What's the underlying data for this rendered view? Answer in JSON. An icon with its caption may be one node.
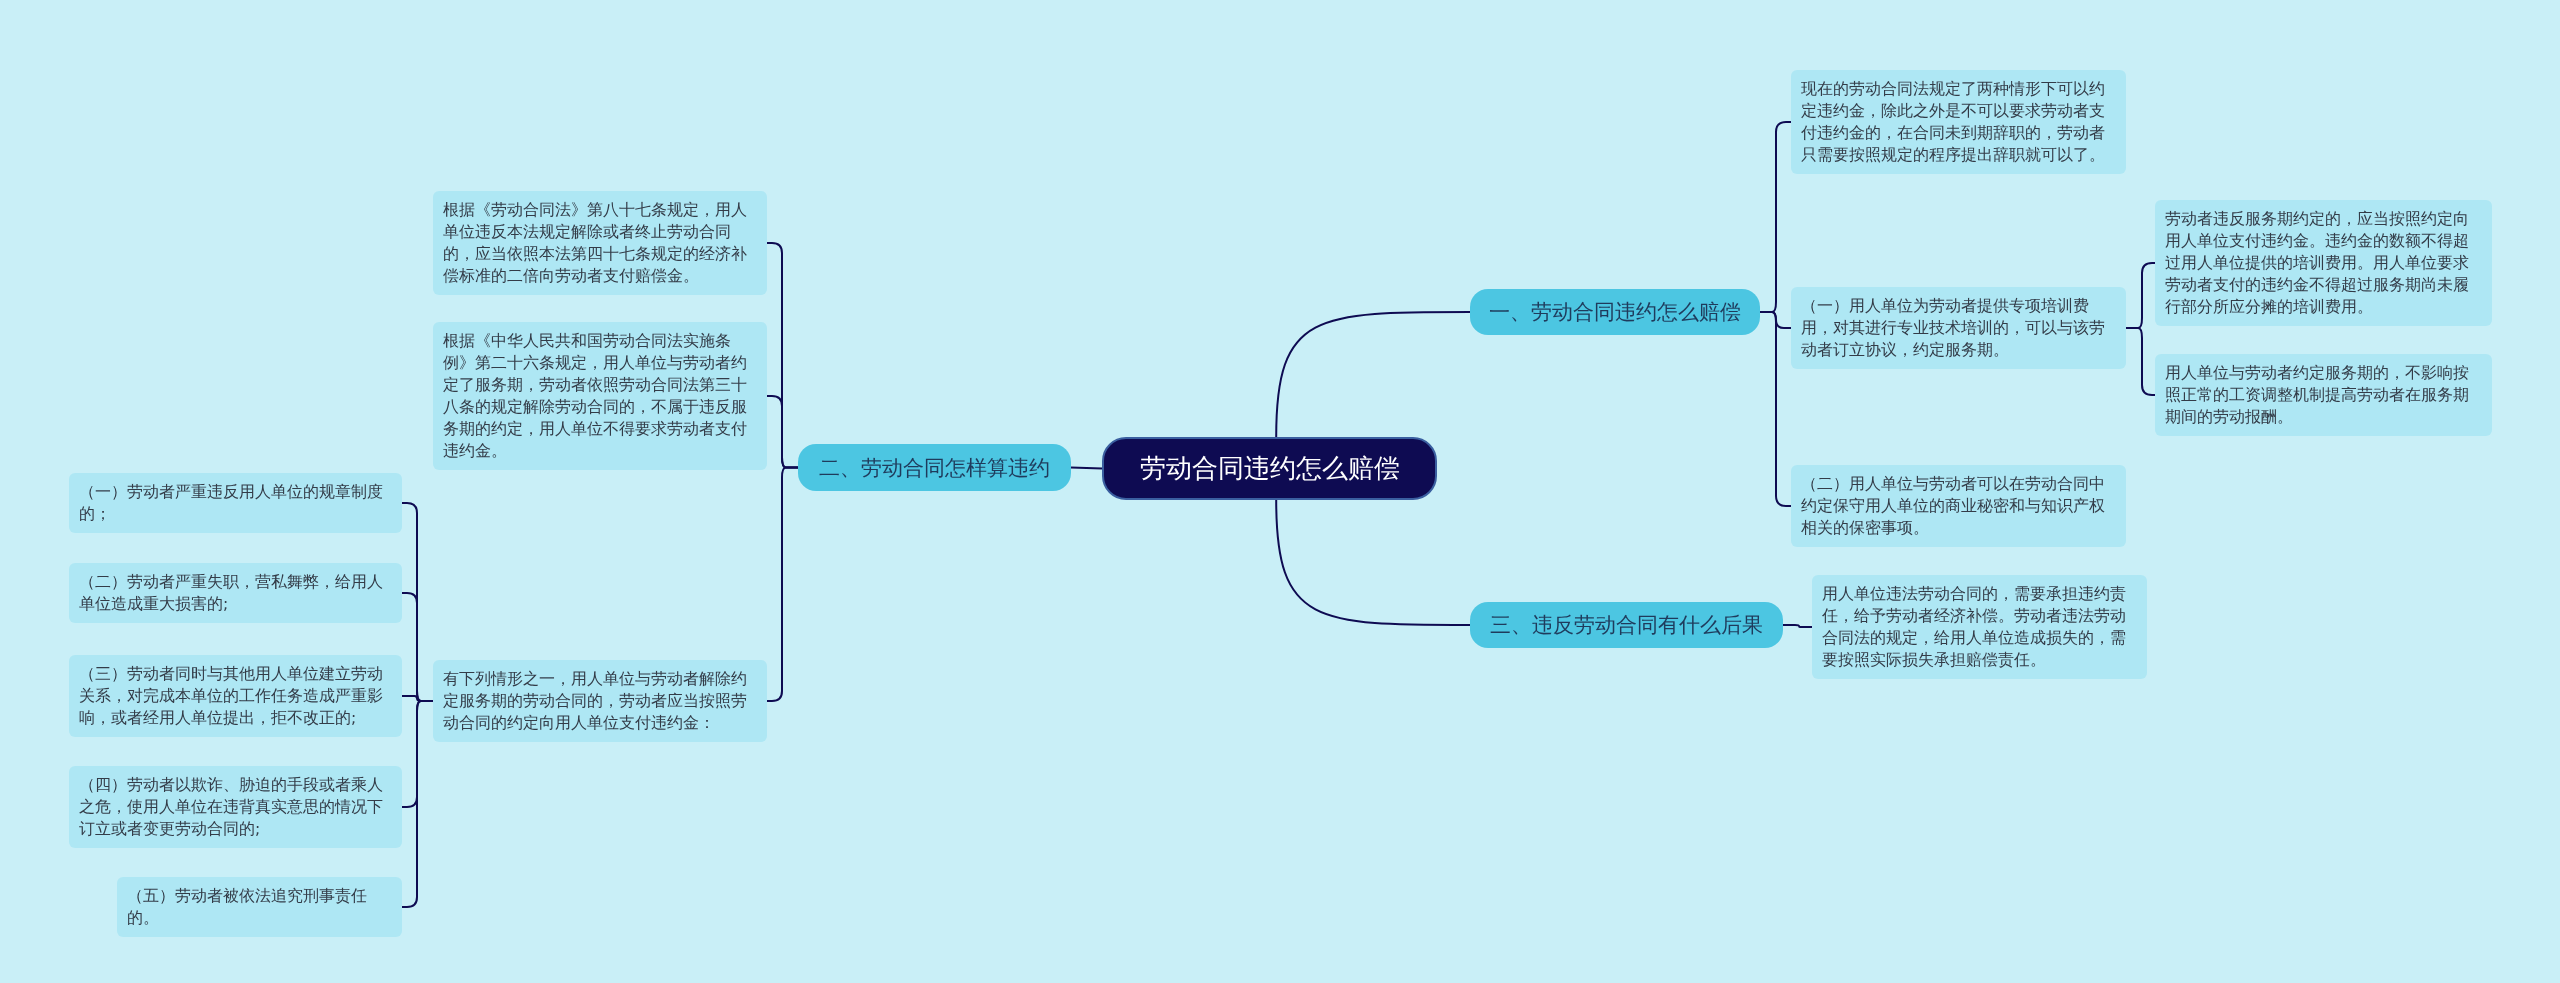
{
  "diagram": {
    "nodes": [
      {
        "text": [
          "劳动合同违约怎么赔偿"
        ]
      },
      {
        "text": [
          "一、劳动合同违约怎么赔偿"
        ]
      },
      {
        "text": [
          "现在的劳动合同法规定了两种情形下可以约定违约金，除此之外是不可以要求劳动者支付违约金的，在合同未到期辞职的，劳动者只需要按照规定的程序提出辞职就可以了。"
        ]
      },
      {
        "text": [
          "（一）用人单位为劳动者提供专项培训费用，对其进行专业技术培训的，可以与该劳动者订立协议，约定服务期。"
        ]
      },
      {
        "text": [
          "劳动者违反服务期约定的，应当按照约定向用人单位支付违约金。违约金的数额不得超过用人单位提供的培训费用。用人单位要求劳动者支付的违约金不得超过服务期尚未履行部分所应分摊的培训费用。"
        ]
      },
      {
        "text": [
          "用人单位与劳动者约定服务期的，不影响按照正常的工资调整机制提高劳动者在服务期期间的劳动报酬。"
        ]
      },
      {
        "text": [
          "（二）用人单位与劳动者可以在劳动合同中约定保守用人单位的商业秘密和与知识产权相关的保密事项。"
        ]
      },
      {
        "text": [
          "三、违反劳动合同有什么后果"
        ]
      },
      {
        "text": [
          "用人单位违法劳动合同的，需要承担违约责任，给予劳动者经济补偿。劳动者违法劳动合同法的规定，给用人单位造成损失的，需要按照实际损失承担赔偿责任。"
        ]
      },
      {
        "text": [
          "二、劳动合同怎样算违约"
        ]
      },
      {
        "text": [
          "根据《劳动合同法》第八十七条规定，用人单位违反本法规定解除或者终止劳动合同的，应当依照本法第四十七条规定的经济补偿标准的二倍向劳动者支付赔偿金。"
        ]
      },
      {
        "text": [
          "根据《中华人民共和国劳动合同法实施条例》第二十六条规定，用人单位与劳动者约定了服务期，劳动者依照劳动合同法第三十八条的规定解除劳动合同的，不属于违反服务期的约定，用人单位不得要求劳动者支付违约金。"
        ]
      },
      {
        "text": [
          "有下列情形之一，用人单位与劳动者解除约定服务期的劳动合同的，劳动者应当按照劳动合同的约定向用人单位支付违约金："
        ]
      },
      {
        "text": [
          "（一）劳动者严重违反用人单位的规章制度的；"
        ]
      },
      {
        "text": [
          "（二）劳动者严重失职，营私舞弊，给用人单位造成重大损害的;"
        ]
      },
      {
        "text": [
          "（三）劳动者同时与其他用人单位建立劳动关系，对完成本单位的工作任务造成严重影响，或者经用人单位提出，拒不改正的;"
        ]
      },
      {
        "text": [
          "（四）劳动者以欺诈、胁迫的手段或者乘人之危，使用人单位在违背真实意思的情况下订立或者变更劳动合同的;"
        ]
      },
      {
        "text": [
          "（五）劳动者被依法追究刑事责任的。"
        ]
      }
    ],
    "edges": [
      {
        "from": 0,
        "to": 1,
        "arrow": "none"
      },
      {
        "from": 1,
        "to": 2,
        "arrow": "none"
      },
      {
        "from": 1,
        "to": 3,
        "arrow": "none"
      },
      {
        "from": 3,
        "to": 4,
        "arrow": "none"
      },
      {
        "from": 3,
        "to": 5,
        "arrow": "none"
      },
      {
        "from": 1,
        "to": 6,
        "arrow": "none"
      },
      {
        "from": 0,
        "to": 7,
        "arrow": "none"
      },
      {
        "from": 7,
        "to": 8,
        "arrow": "none"
      },
      {
        "from": 0,
        "to": 9,
        "arrow": "none"
      },
      {
        "from": 9,
        "to": 10,
        "arrow": "none"
      },
      {
        "from": 9,
        "to": 11,
        "arrow": "none"
      },
      {
        "from": 9,
        "to": 12,
        "arrow": "none"
      },
      {
        "from": 12,
        "to": 13,
        "arrow": "none"
      },
      {
        "from": 12,
        "to": 14,
        "arrow": "none"
      },
      {
        "from": 12,
        "to": 15,
        "arrow": "none"
      },
      {
        "from": 12,
        "to": 16,
        "arrow": "none"
      },
      {
        "from": 12,
        "to": 17,
        "arrow": "none"
      }
    ]
  }
}
